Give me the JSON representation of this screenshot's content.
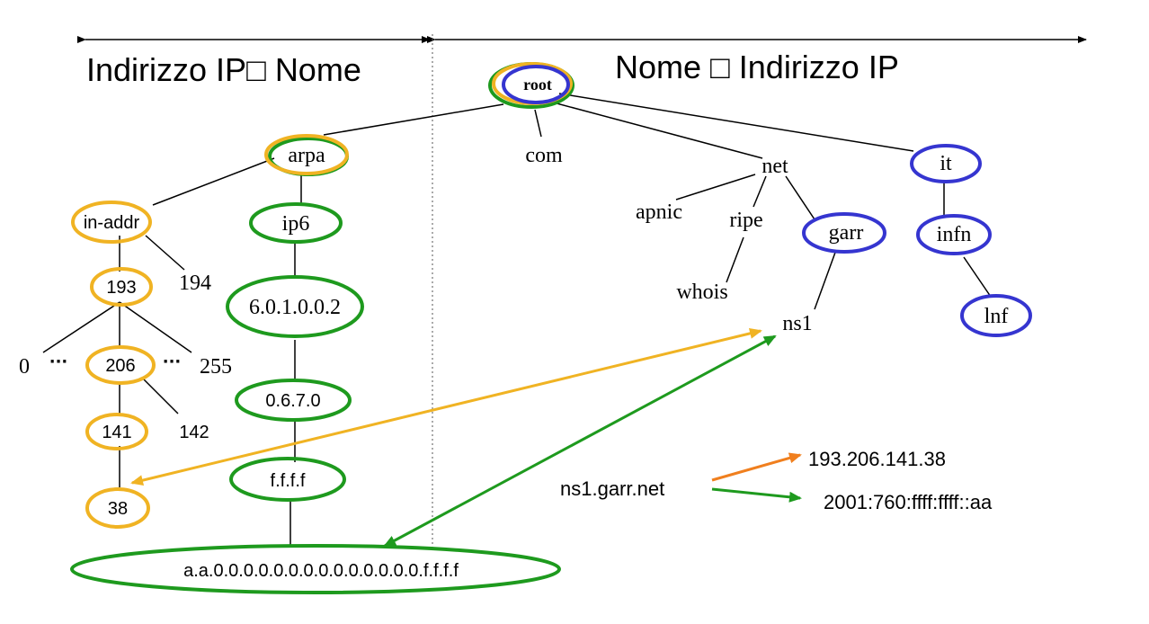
{
  "headings": {
    "left": "Indirizzo IP□ Nome",
    "right": "Nome □ Indirizzo IP"
  },
  "nodes": {
    "root": "root",
    "com": "com",
    "net": "net",
    "it": "it",
    "arpa": "arpa",
    "in_addr": "in-addr",
    "ip6": "ip6",
    "n193": "193",
    "n194": "194",
    "n0": "0",
    "n206": "206",
    "n255": "255",
    "n141": "141",
    "n142": "142",
    "n38": "38",
    "ip6_1": "6.0.1.0.0.2",
    "ip6_2": "0.6.7.0",
    "ip6_3": "f.f.f.f",
    "ip6_full": "a.a.0.0.0.0.0.0.0.0.0.0.0.0.0.0.f.f.f.f",
    "apnic": "apnic",
    "ripe": "ripe",
    "whois": "whois",
    "garr": "garr",
    "ns1": "ns1",
    "infn": "infn",
    "lnf": "lnf",
    "ellipsis_left": "···",
    "ellipsis_right": "···"
  },
  "lookup": {
    "name": "ns1.garr.net",
    "ipv4": "193.206.141.38",
    "ipv6": "2001:760:ffff:ffff::aa"
  },
  "colors": {
    "orange": "#f0b323",
    "green": "#1e9a1e",
    "blue": "#3535d0",
    "lookup_orange": "#f07f1e"
  }
}
